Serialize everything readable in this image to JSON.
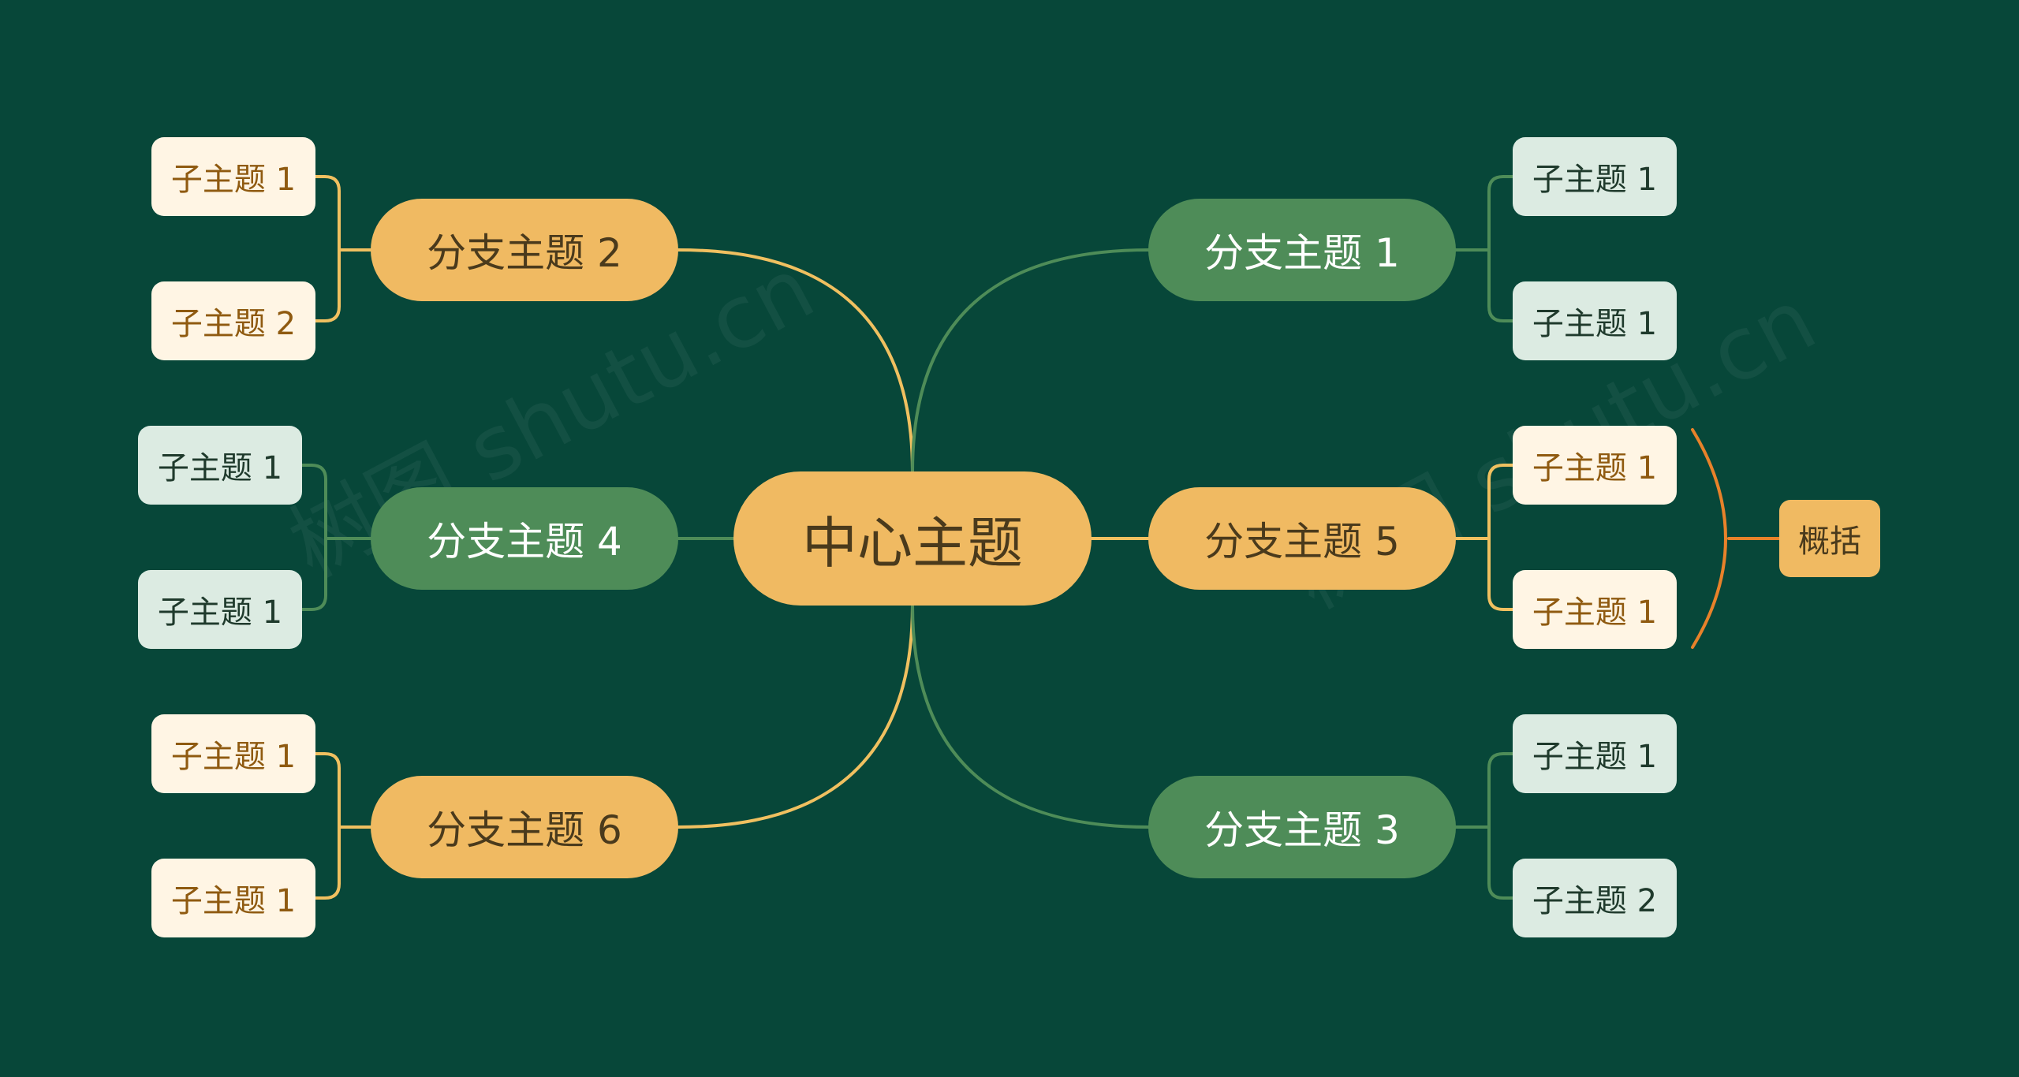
{
  "colors": {
    "background": "#074739",
    "yellow_node": "#F0BA62",
    "yellow_text": "#4A3A1C",
    "green_node": "#4E8C58",
    "green_text": "#FFFFFF",
    "sub_yellow_fill": "#FFF5E4",
    "sub_yellow_text": "#8F5A10",
    "sub_green_fill": "#DCEBE2",
    "sub_green_text": "#1F3A2C",
    "yellow_line": "#F0C060",
    "green_line": "#4E8C58",
    "summary_bracket": "#E8822A"
  },
  "center": {
    "label": "中心主题"
  },
  "branches": [
    {
      "id": "b2",
      "label": "分支主题 2",
      "side": "left",
      "color": "yellow",
      "subtopics": [
        {
          "label": "子主题 1"
        },
        {
          "label": "子主题 2"
        }
      ]
    },
    {
      "id": "b4",
      "label": "分支主题 4",
      "side": "left",
      "color": "green",
      "subtopics": [
        {
          "label": "子主题 1"
        },
        {
          "label": "子主题 1"
        }
      ]
    },
    {
      "id": "b6",
      "label": "分支主题 6",
      "side": "left",
      "color": "yellow",
      "subtopics": [
        {
          "label": "子主题 1"
        },
        {
          "label": "子主题 1"
        }
      ]
    },
    {
      "id": "b1",
      "label": "分支主题 1",
      "side": "right",
      "color": "green",
      "subtopics": [
        {
          "label": "子主题 1"
        },
        {
          "label": "子主题 1"
        }
      ]
    },
    {
      "id": "b5",
      "label": "分支主题 5",
      "side": "right",
      "color": "yellow",
      "subtopics": [
        {
          "label": "子主题 1"
        },
        {
          "label": "子主题 1"
        }
      ],
      "summary": {
        "label": "概括"
      }
    },
    {
      "id": "b3",
      "label": "分支主题 3",
      "side": "right",
      "color": "green",
      "subtopics": [
        {
          "label": "子主题 1"
        },
        {
          "label": "子主题 2"
        }
      ]
    }
  ]
}
